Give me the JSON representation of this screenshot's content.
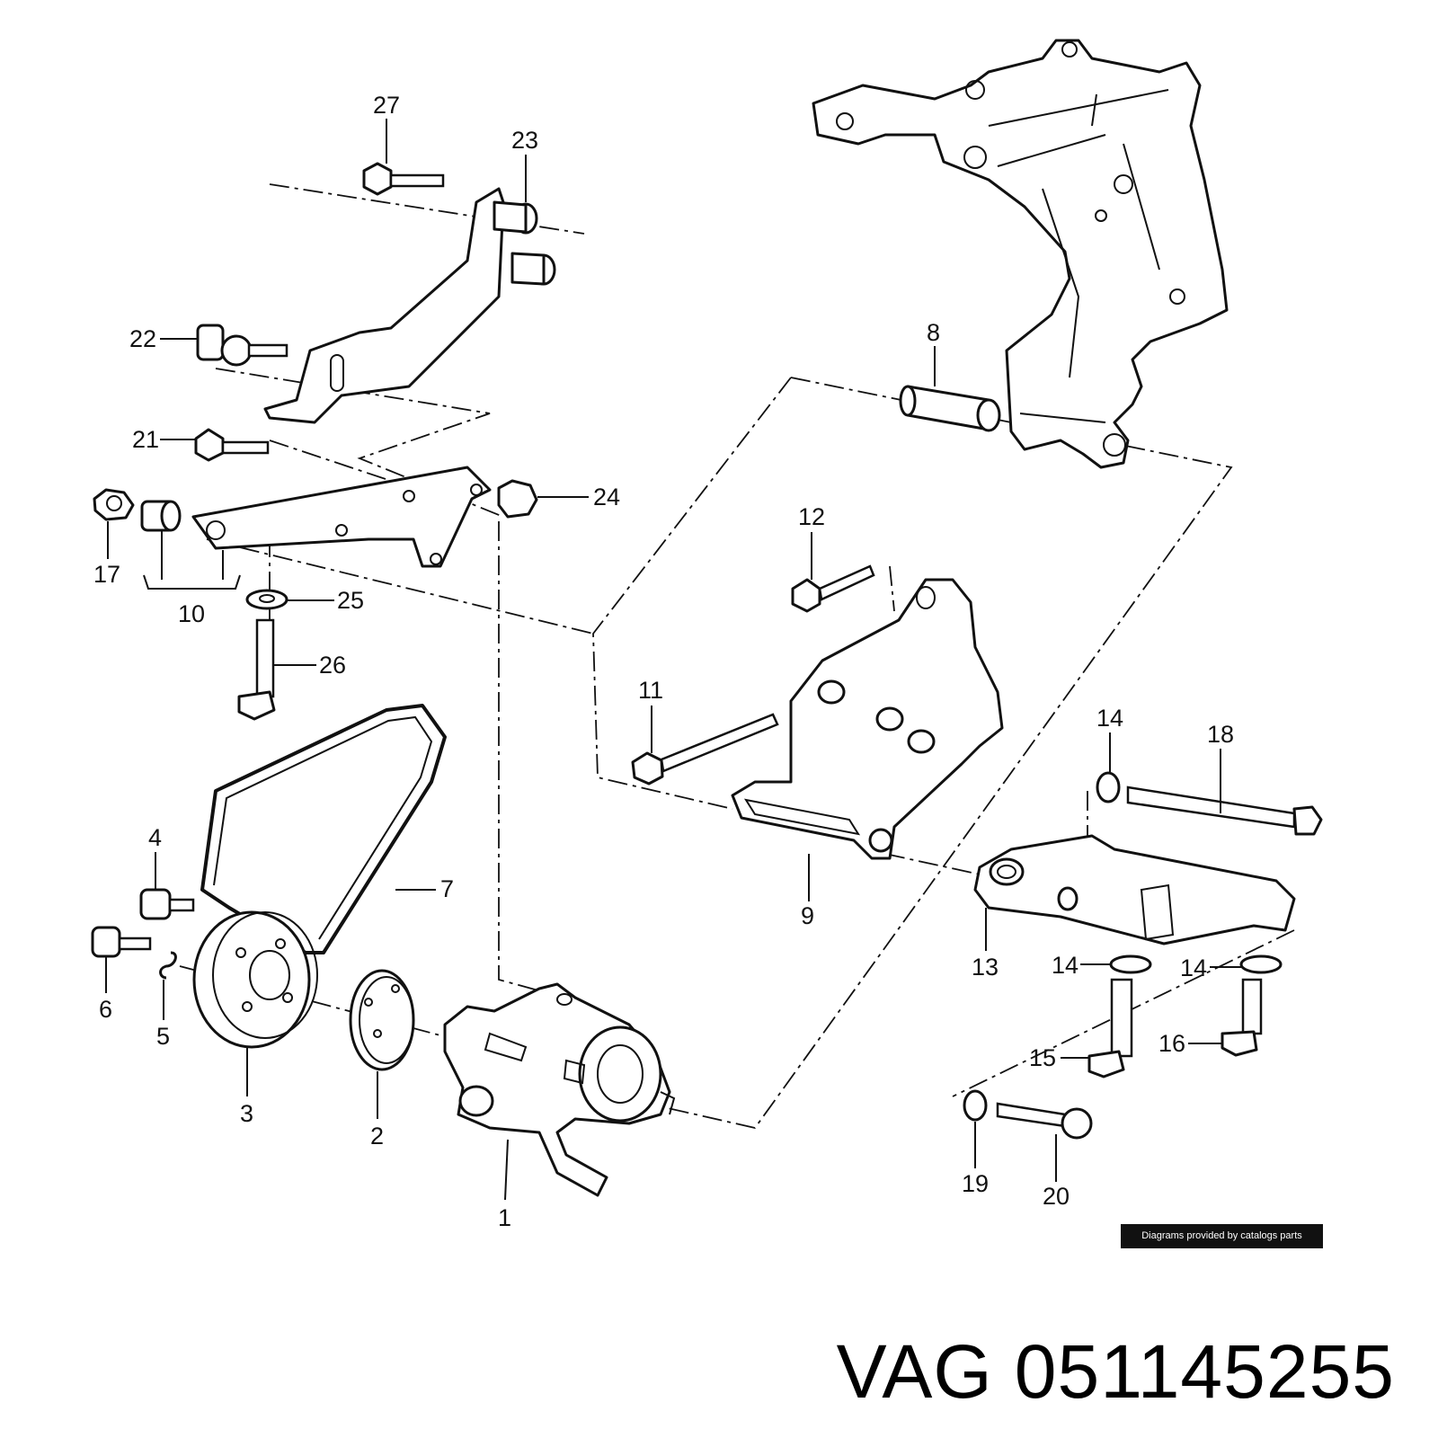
{
  "diagram": {
    "callouts": [
      {
        "id": "c27",
        "text": "27"
      },
      {
        "id": "c23",
        "text": "23"
      },
      {
        "id": "c22",
        "text": "22"
      },
      {
        "id": "c21",
        "text": "21"
      },
      {
        "id": "c24",
        "text": "24"
      },
      {
        "id": "c17",
        "text": "17"
      },
      {
        "id": "c10",
        "text": "10"
      },
      {
        "id": "c25",
        "text": "25"
      },
      {
        "id": "c26",
        "text": "26"
      },
      {
        "id": "c8",
        "text": "8"
      },
      {
        "id": "c12",
        "text": "12"
      },
      {
        "id": "c11",
        "text": "11"
      },
      {
        "id": "c14a",
        "text": "14"
      },
      {
        "id": "c18",
        "text": "18"
      },
      {
        "id": "c9",
        "text": "9"
      },
      {
        "id": "c13",
        "text": "13"
      },
      {
        "id": "c14b",
        "text": "14"
      },
      {
        "id": "c14c",
        "text": "14"
      },
      {
        "id": "c15",
        "text": "15"
      },
      {
        "id": "c16",
        "text": "16"
      },
      {
        "id": "c19",
        "text": "19"
      },
      {
        "id": "c20",
        "text": "20"
      },
      {
        "id": "c7",
        "text": "7"
      },
      {
        "id": "c4",
        "text": "4"
      },
      {
        "id": "c6",
        "text": "6"
      },
      {
        "id": "c5",
        "text": "5"
      },
      {
        "id": "c3",
        "text": "3"
      },
      {
        "id": "c2",
        "text": "2"
      },
      {
        "id": "c1",
        "text": "1"
      }
    ]
  },
  "credit_badge": "Diagrams provided by catalogs parts",
  "caption": {
    "brand": "VAG",
    "part_number": "051145255"
  }
}
